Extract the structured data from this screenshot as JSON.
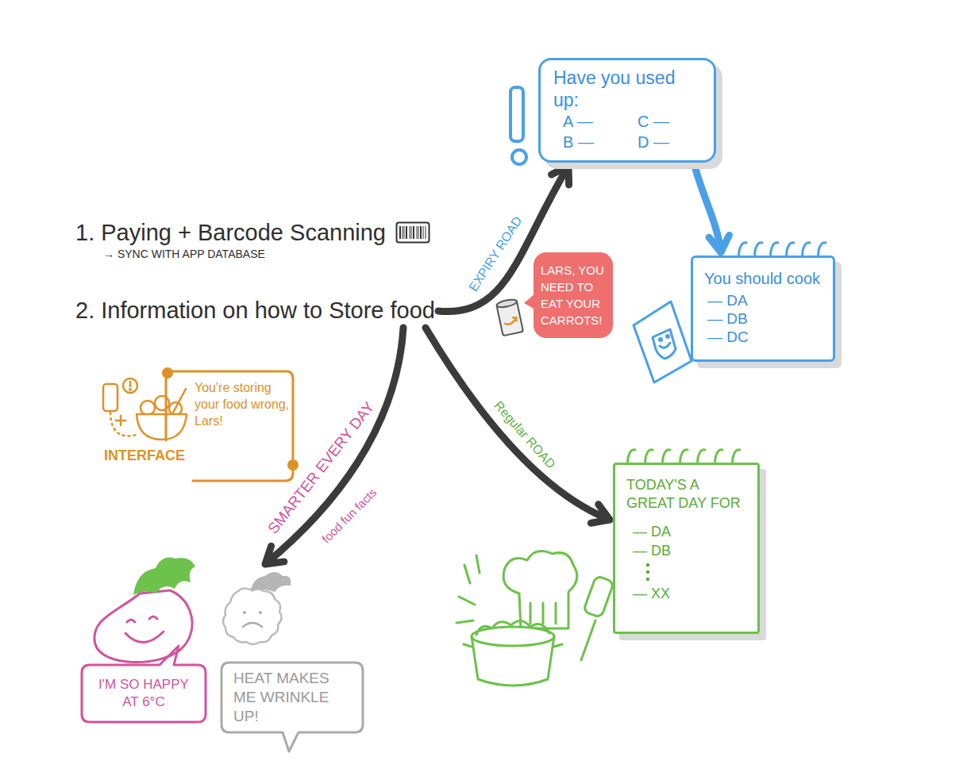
{
  "diagram": {
    "nodes": [
      {
        "text": [
          "Have you used up:",
          "A —",
          "C —",
          "B —",
          "D —"
        ]
      },
      {
        "text": [
          "1. Paying + Barcode Scanning",
          "→ SYNC WITH APP DATABASE",
          "2. Information on how to Store food"
        ]
      },
      {
        "text": [
          "LARS, YOU NEED TO EAT YOUR CARROTS!"
        ]
      },
      {
        "text": [
          "You should cook",
          "— DA",
          "— DB",
          "— DC"
        ]
      },
      {
        "text": [
          "You're storing your food wrong, Lars!",
          "INTERFACE"
        ]
      },
      {
        "text": [
          "TODAY'S A GREAT DAY FOR",
          "— DA",
          "— DB",
          "— XX"
        ]
      },
      {
        "text": [
          "I'M SO HAPPY AT 6°C"
        ]
      },
      {
        "text": [
          "HEAT MAKES ME WRINKLE UP!"
        ]
      }
    ],
    "edges": [
      {
        "from": 1,
        "to": 0,
        "arrow": "to",
        "label": "EXPIRY ROAD"
      },
      {
        "from": 0,
        "to": 3,
        "arrow": "to"
      },
      {
        "from": 1,
        "to": 5,
        "arrow": "to",
        "label": "Regular ROAD"
      },
      {
        "from": 1,
        "to": 7,
        "arrow": "to",
        "label": "SMARTER EVERY DAY"
      }
    ],
    "labels": [
      "food fun facts"
    ]
  }
}
